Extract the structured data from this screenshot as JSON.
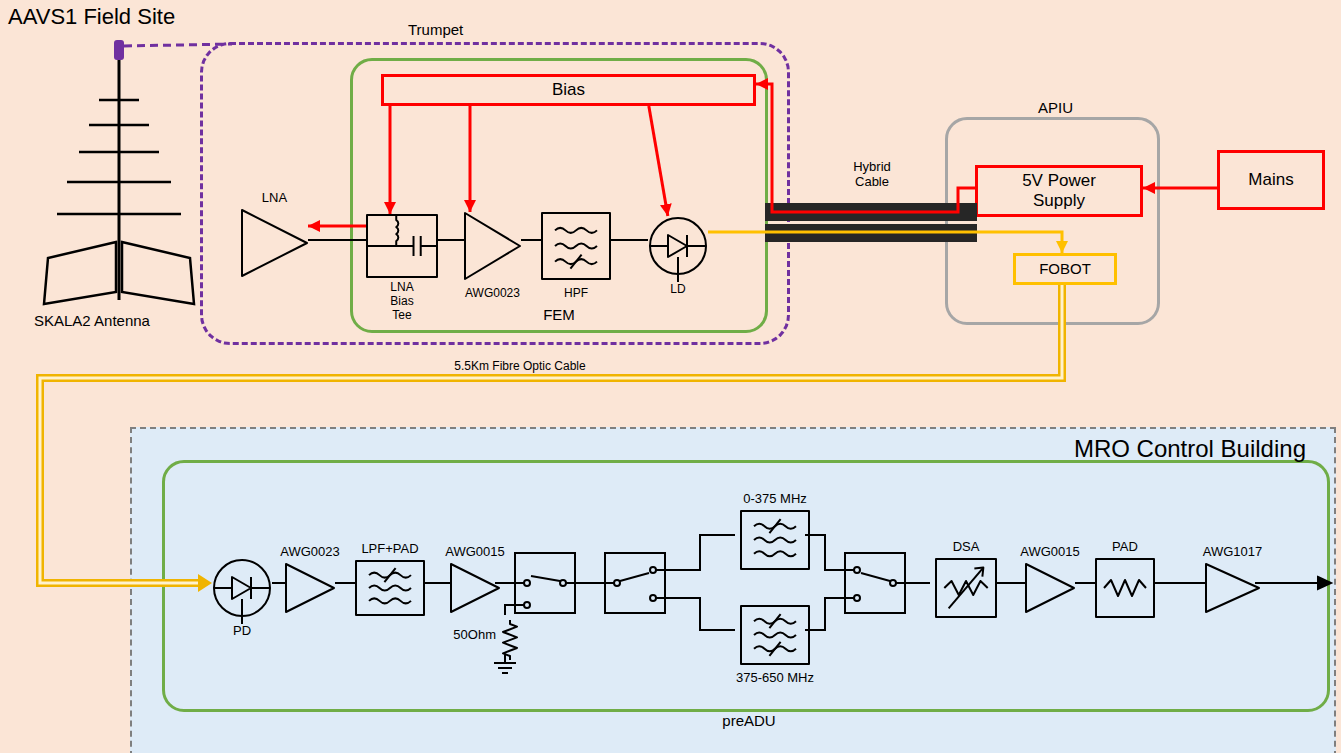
{
  "diagram": {
    "nodes": [
      {
        "text": [
          "AAVS1 Field Site"
        ]
      },
      {
        "text": [
          "Trumpet"
        ],
        "in": 0
      },
      {
        "text": [
          "LNA"
        ],
        "in": 1
      },
      {
        "text": [
          "FEM"
        ],
        "in": 1
      },
      {
        "text": [
          "Bias"
        ],
        "in": 3
      },
      {
        "text": [
          "LNA Bias Tee"
        ],
        "in": 3
      },
      {
        "text": [
          "AWG0023"
        ],
        "in": 3
      },
      {
        "text": [
          "HPF"
        ],
        "in": 3
      },
      {
        "text": [
          "LD"
        ],
        "in": 3
      },
      {
        "text": [
          "APIU"
        ],
        "in": 0
      },
      {
        "text": [
          "5V Power Supply"
        ],
        "in": 9
      },
      {
        "text": [
          "FOBOT"
        ],
        "in": 9
      },
      {
        "text": [
          "Mains"
        ],
        "in": 0
      },
      {
        "text": [
          "MRO Control Building"
        ]
      },
      {
        "text": [
          "preADU"
        ],
        "in": 13
      },
      {
        "text": [
          "PD"
        ],
        "in": 14
      },
      {
        "text": [
          "AWG0023"
        ],
        "in": 14
      },
      {
        "text": [
          "LPF+PAD"
        ],
        "in": 14
      },
      {
        "text": [
          "AWG0015"
        ],
        "in": 14
      },
      {
        "text": [
          "50Ohm"
        ],
        "in": 14
      },
      {
        "text": [
          "0-375 MHz"
        ],
        "in": 14
      },
      {
        "text": [
          "375-650 MHz"
        ],
        "in": 14
      },
      {
        "text": [
          "DSA"
        ],
        "in": 14
      },
      {
        "text": [
          "AWG0015"
        ],
        "in": 14
      },
      {
        "text": [
          "PAD"
        ],
        "in": 14
      },
      {
        "text": [
          "AWG1017"
        ],
        "in": 14
      }
    ],
    "edges": [
      {
        "from": 2,
        "to": 5,
        "arrow": "none"
      },
      {
        "from": 5,
        "to": 2,
        "arrow": "to"
      },
      {
        "from": 5,
        "to": 6,
        "arrow": "none"
      },
      {
        "from": 6,
        "to": 7,
        "arrow": "none"
      },
      {
        "from": 7,
        "to": 8,
        "arrow": "none"
      },
      {
        "from": 4,
        "to": 5,
        "arrow": "to"
      },
      {
        "from": 4,
        "to": 6,
        "arrow": "to"
      },
      {
        "from": 4,
        "to": 8,
        "arrow": "to"
      },
      {
        "from": 10,
        "to": 4,
        "arrow": "to"
      },
      {
        "from": 12,
        "to": 10,
        "arrow": "to"
      },
      {
        "from": 8,
        "to": 11,
        "arrow": "to"
      },
      {
        "from": 11,
        "to": 15,
        "label": "5.5Km Fibre Optic Cable",
        "arrow": "to"
      },
      {
        "from": 15,
        "to": 16,
        "arrow": "none"
      },
      {
        "from": 16,
        "to": 17,
        "arrow": "none"
      },
      {
        "from": 17,
        "to": 18,
        "arrow": "none"
      },
      {
        "from": 22,
        "to": 23,
        "arrow": "none"
      },
      {
        "from": 23,
        "to": 24,
        "arrow": "none"
      },
      {
        "from": 24,
        "to": 25,
        "arrow": "none"
      }
    ],
    "labels": [
      "SKALA2 Antenna",
      "Hybrid Cable"
    ]
  }
}
